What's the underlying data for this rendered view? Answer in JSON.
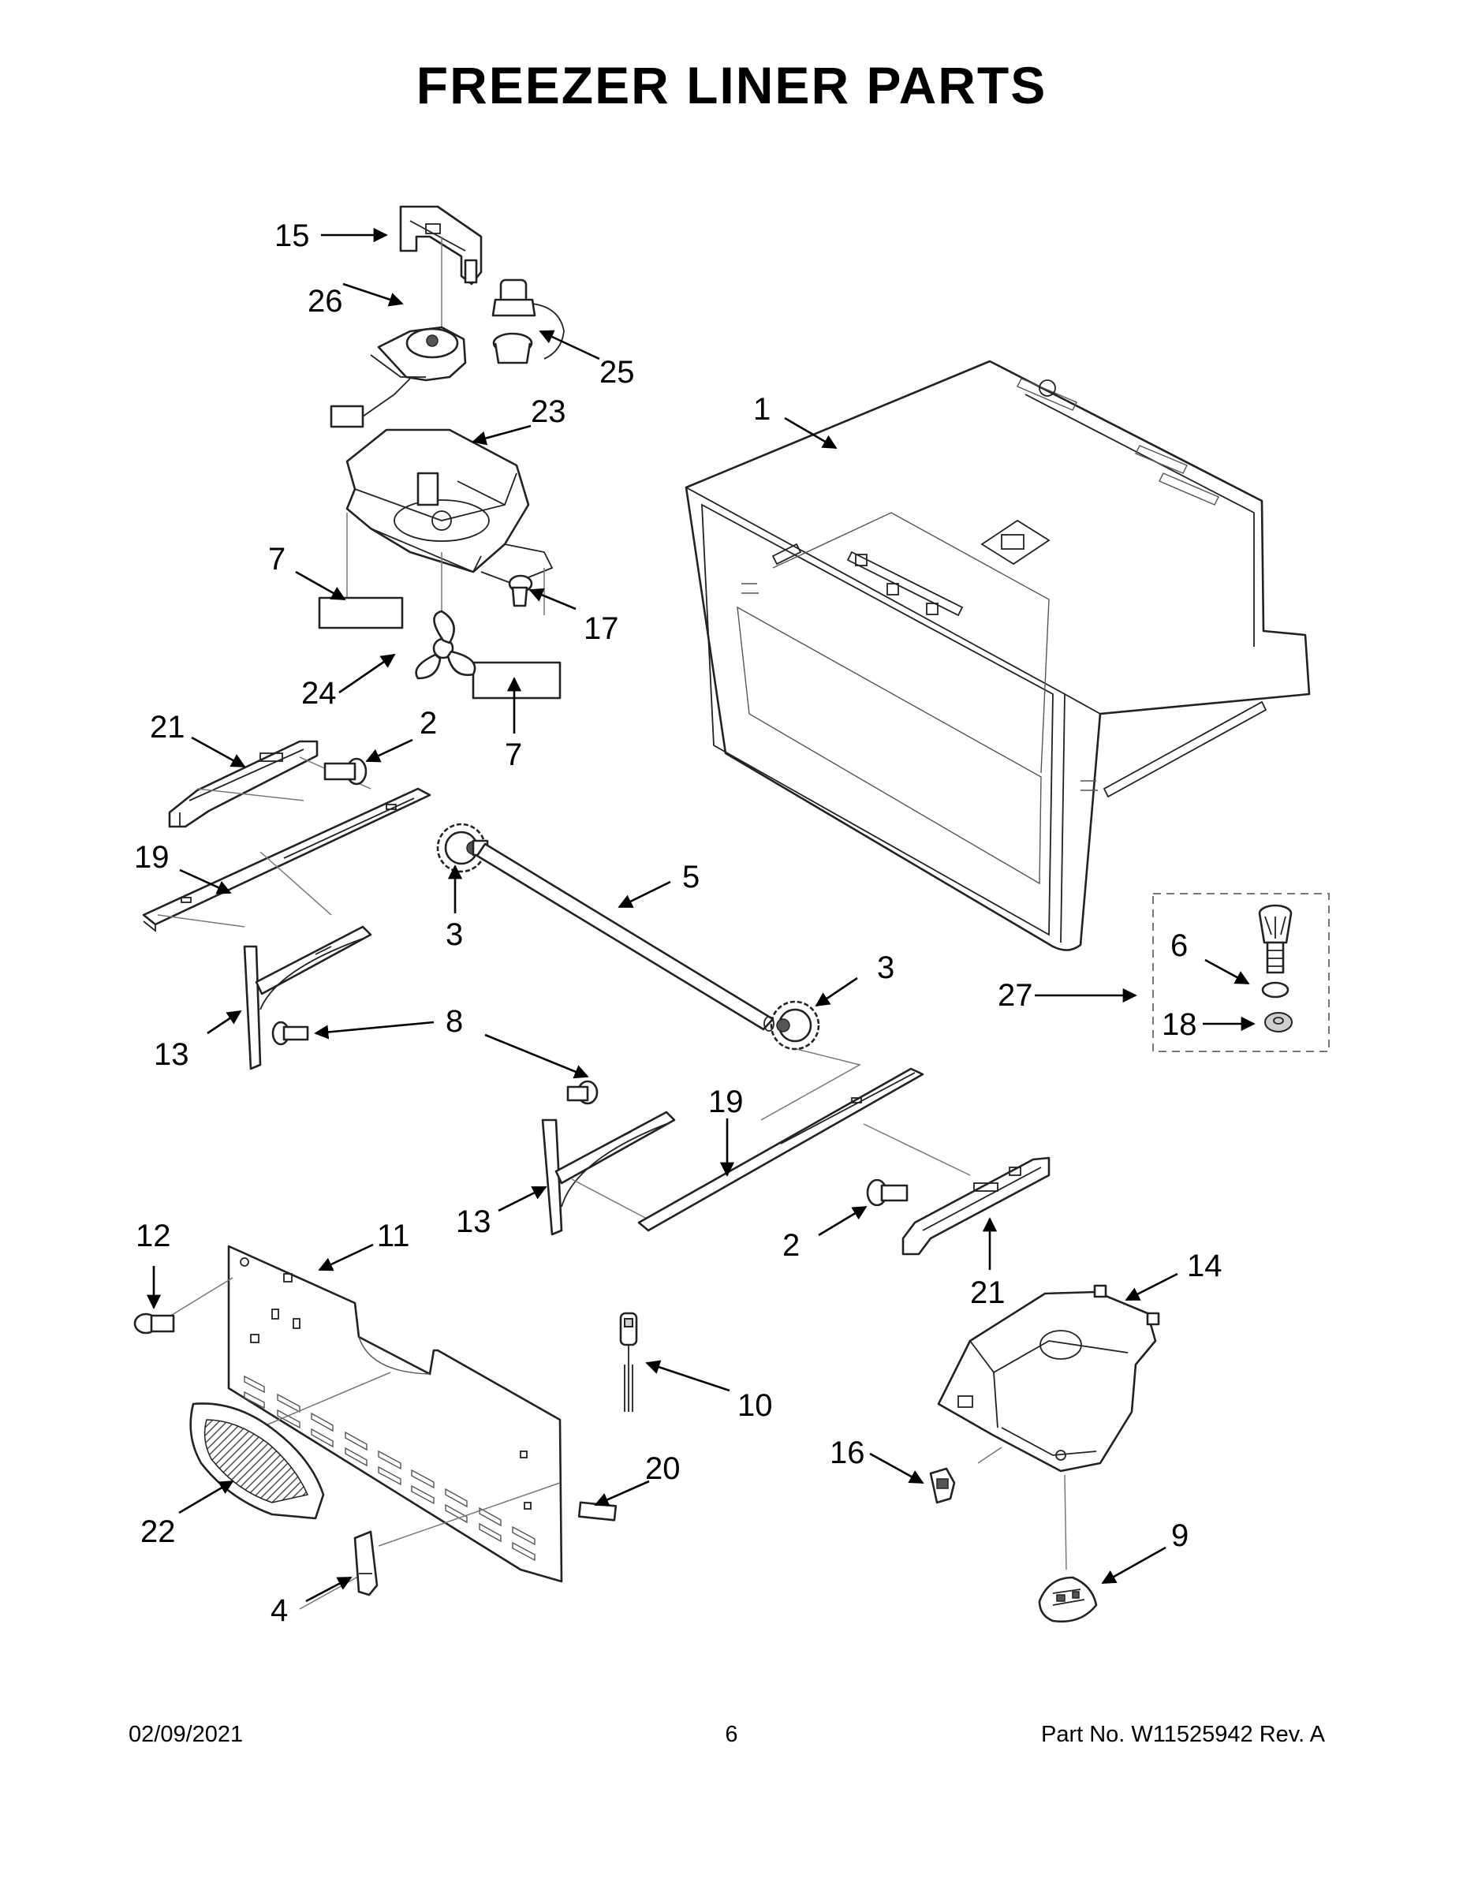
{
  "title": "FREEZER LINER PARTS",
  "callouts": {
    "p1": "1",
    "p2a": "2",
    "p2b": "2",
    "p3a": "3",
    "p3b": "3",
    "p4": "4",
    "p5": "5",
    "p6": "6",
    "p7a": "7",
    "p7b": "7",
    "p8": "8",
    "p9": "9",
    "p10": "10",
    "p11": "11",
    "p12": "12",
    "p13a": "13",
    "p13b": "13",
    "p14": "14",
    "p15": "15",
    "p16": "16",
    "p17": "17",
    "p18": "18",
    "p19a": "19",
    "p19b": "19",
    "p20": "20",
    "p21a": "21",
    "p21b": "21",
    "p22": "22",
    "p23": "23",
    "p24": "24",
    "p25": "25",
    "p26": "26",
    "p27": "27"
  },
  "footer": {
    "date": "02/09/2021",
    "page_number": "6",
    "part_info": "Part No.  W11525942  Rev.  A"
  }
}
